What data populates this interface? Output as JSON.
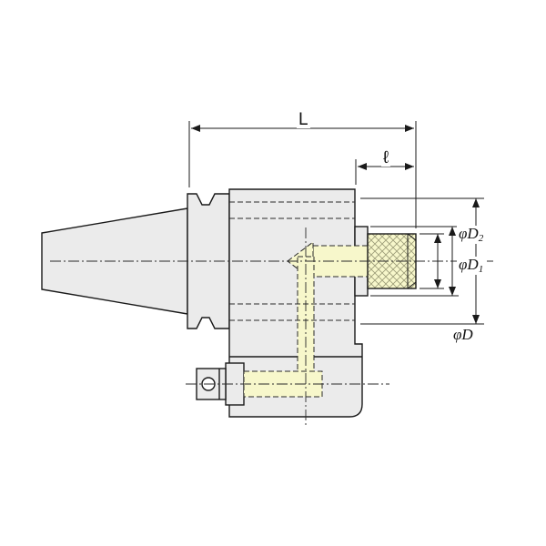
{
  "dims": {
    "L": {
      "label": "L"
    },
    "l": {
      "label": "ℓ"
    },
    "D2": {
      "prefix": "φD",
      "sub": "2"
    },
    "D1": {
      "prefix": "φD",
      "sub": "1"
    },
    "D": {
      "prefix": "φD",
      "sub": ""
    }
  },
  "colors": {
    "background": "#ffffff",
    "metal_fill": "#ebebeb",
    "highlight_fill": "#f7f7cb",
    "line": "#1a1a1a"
  }
}
